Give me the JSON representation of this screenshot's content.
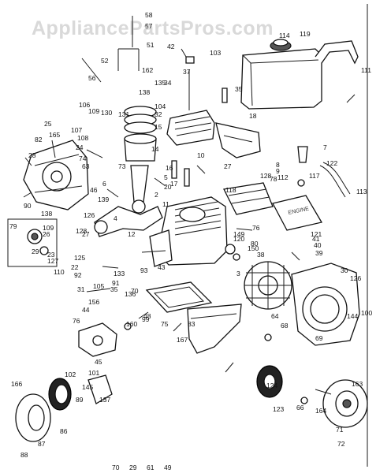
{
  "watermark": "AppliancePartsPros.com",
  "decal_text": "ENGINE",
  "colors": {
    "ink": "#111111",
    "watermark": "#d9d9d9",
    "background": "#ffffff"
  },
  "callouts": [
    "58",
    "57",
    "51",
    "119",
    "114",
    "111",
    "52",
    "42",
    "103",
    "162",
    "56",
    "135",
    "37",
    "138",
    "34",
    "35",
    "106",
    "109",
    "130",
    "131",
    "104",
    "32",
    "15",
    "25",
    "10",
    "107",
    "108",
    "165",
    "82",
    "28",
    "24",
    "74",
    "63",
    "73",
    "14",
    "16",
    "17",
    "5",
    "6",
    "4",
    "12",
    "2",
    "20",
    "11",
    "18",
    "7",
    "8",
    "9",
    "112",
    "117",
    "122",
    "113",
    "27",
    "78",
    "118",
    "76",
    "121",
    "120",
    "79",
    "109",
    "29",
    "127",
    "128",
    "126",
    "125",
    "110",
    "22",
    "92",
    "105",
    "91",
    "93",
    "43",
    "41",
    "40",
    "39",
    "35",
    "149",
    "150",
    "38",
    "3",
    "30",
    "31",
    "156",
    "70",
    "44",
    "48",
    "160",
    "76",
    "45",
    "75",
    "83",
    "167",
    "144",
    "100",
    "64",
    "68",
    "69",
    "124",
    "123",
    "66",
    "164",
    "163",
    "71",
    "72",
    "166",
    "102",
    "101",
    "145",
    "137",
    "89",
    "86",
    "87",
    "88",
    "90",
    "138",
    "139",
    "133",
    "23",
    "26",
    "136",
    "99",
    "128",
    "126",
    "80",
    "46",
    "27",
    "70",
    "29",
    "61",
    "49"
  ]
}
